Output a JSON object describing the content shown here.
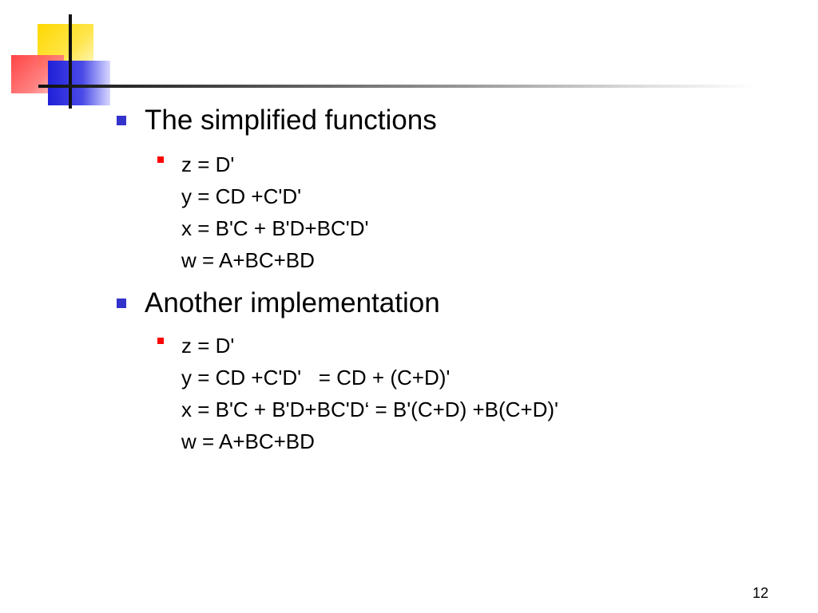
{
  "slide": {
    "sections": [
      {
        "heading": "The simplified functions",
        "equations": [
          "z = D'",
          "y = CD +C'D'",
          "x = B'C + B'D+BC'D'",
          "w = A+BC+BD"
        ]
      },
      {
        "heading": "Another implementation",
        "equations": [
          "z = D'",
          "y = CD +C'D'   = CD + (C+D)'",
          "x = B'C + B'D+BC'D‘ = B'(C+D) +B(C+D)'",
          "w = A+BC+BD"
        ]
      }
    ],
    "page_number": "12"
  },
  "colors": {
    "level1_bullet": "#3333cc",
    "level2_bullet": "#ff0000",
    "logo_yellow": "#ffd800",
    "logo_red": "#ff3a3a",
    "logo_blue": "#2020d8"
  }
}
